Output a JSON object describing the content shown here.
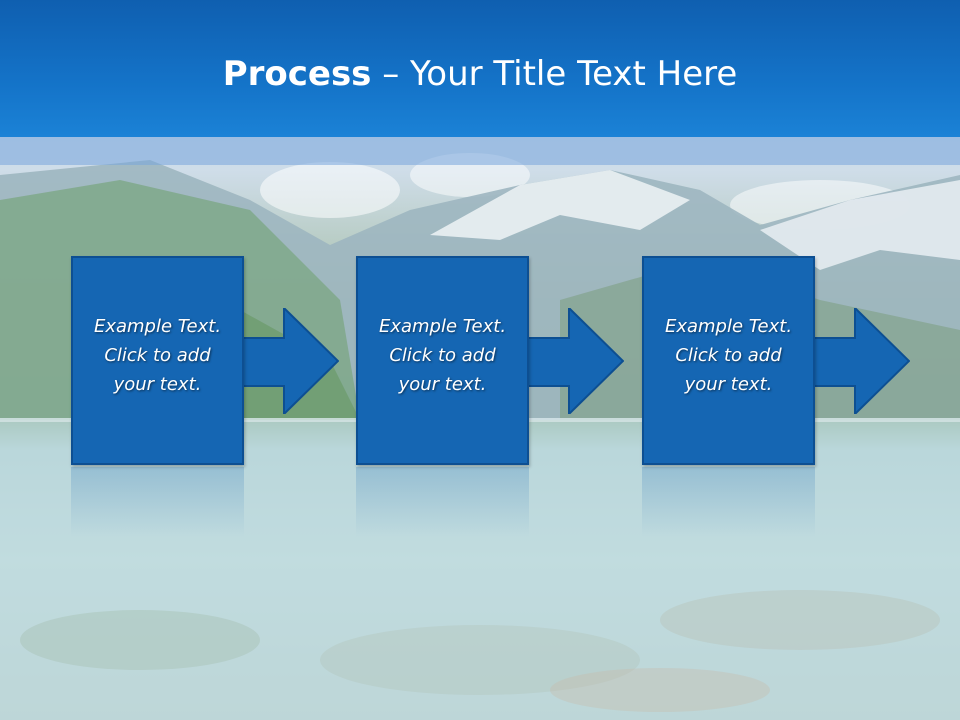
{
  "title": {
    "bold": "Process",
    "rest": " – Your Title Text Here"
  },
  "steps": [
    {
      "text": "Example Text.\nClick  to add\nyour text."
    },
    {
      "text": "Example Text.\nClick  to add\nyour text."
    },
    {
      "text": "Example Text.\nClick  to add\nyour text."
    }
  ],
  "colors": {
    "title_bar": "#1473c8",
    "step_fill": "#1566b3",
    "step_border": "#0d4f92"
  }
}
